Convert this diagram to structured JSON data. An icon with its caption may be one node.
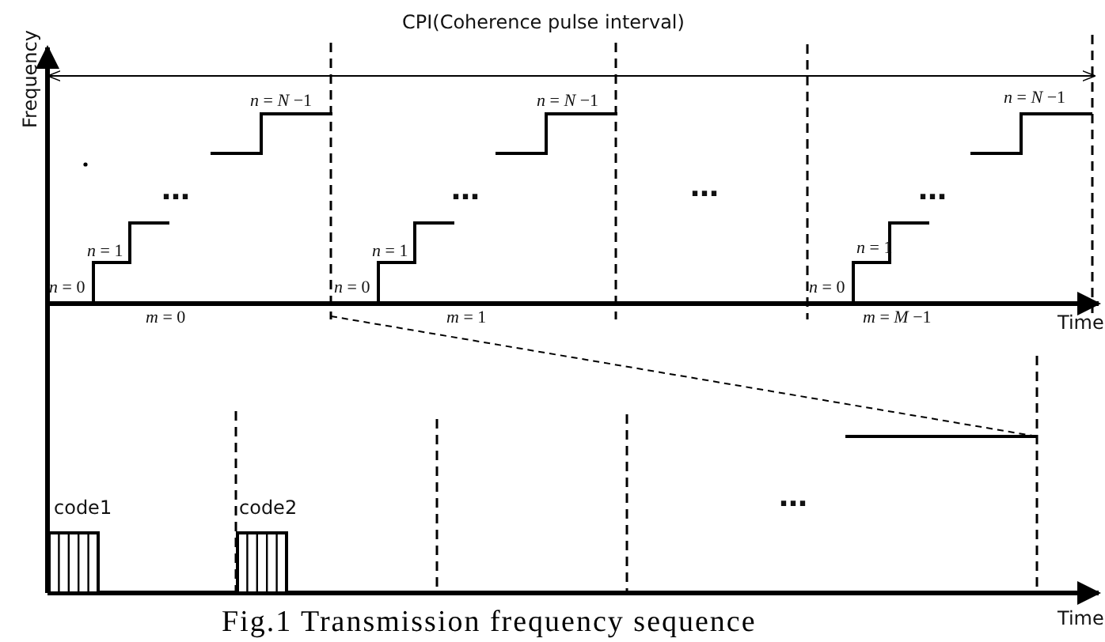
{
  "diagram": {
    "caption": "Fig.1 Transmission frequency sequence",
    "labels": [
      "CPI(Coherence pulse interval)",
      "Frequency",
      "*n* = *N* −1",
      "*n* = *N* −1",
      "*n* = *N* −1",
      "…",
      "…",
      "…",
      "…",
      "*n* = 1",
      "*n* = 1",
      "*n* = 1",
      "*n* = 0",
      "*n* = 0",
      "*n* = 0",
      "*m* = 0",
      "*m* = 1",
      "*m* = *M* −1",
      "Time",
      "…",
      "code1",
      "code2",
      "Time"
    ]
  }
}
